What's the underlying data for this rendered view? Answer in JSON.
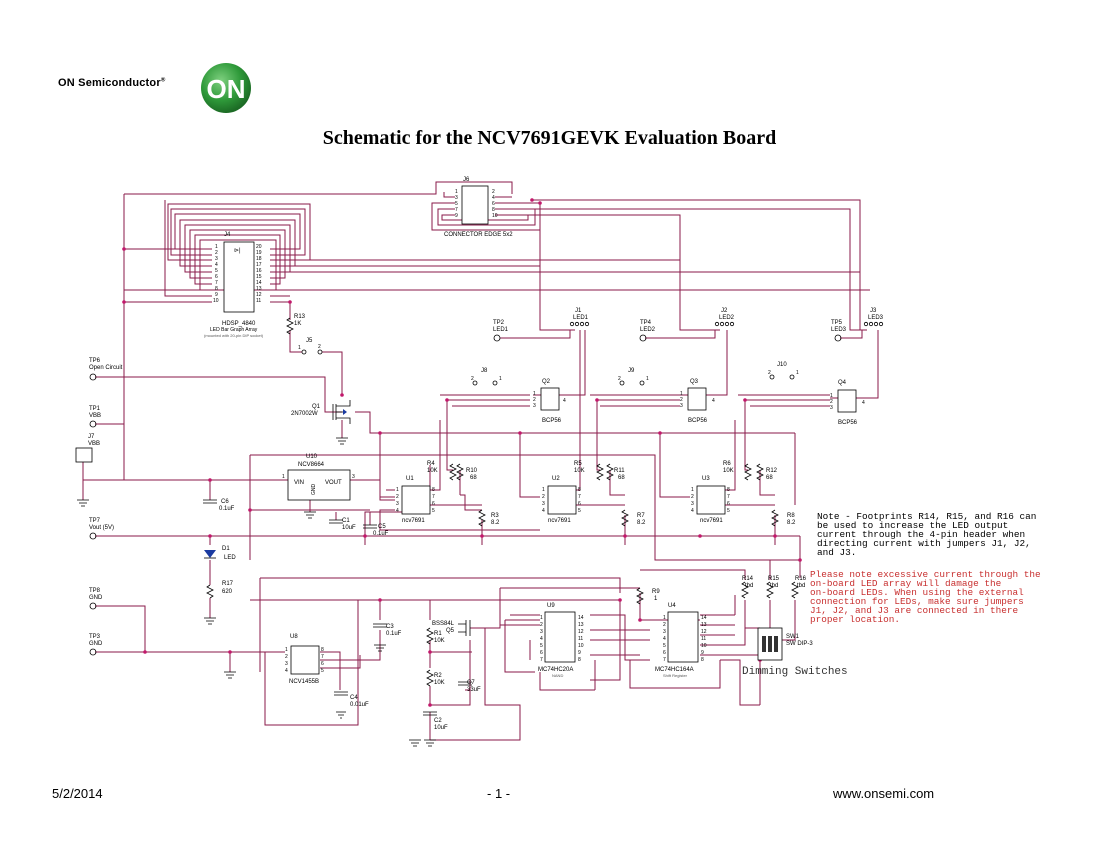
{
  "header": {
    "brand": "ON Semiconductor",
    "brand_mark": "®",
    "logo_text": "ON"
  },
  "title": "Schematic for the NCV7691GEVK Evaluation Board",
  "components": {
    "j6": {
      "ref": "J6",
      "name": "CONNECTOR EDGE 5x2",
      "pins_left": [
        "1",
        "3",
        "5",
        "7",
        "9"
      ],
      "pins_right": [
        "2",
        "4",
        "6",
        "8",
        "10"
      ]
    },
    "j4": {
      "ref": "J4",
      "name": "HDSP_4840",
      "desc": "LED Bar Graph Array",
      "desc2": "(mounted with 20-pin DIP socket)",
      "pins_left": [
        "1",
        "2",
        "3",
        "4",
        "5",
        "6",
        "7",
        "8",
        "9",
        "10"
      ],
      "pins_right": [
        "20",
        "19",
        "18",
        "17",
        "16",
        "15",
        "14",
        "13",
        "12",
        "11"
      ]
    },
    "r13": {
      "ref": "R13",
      "value": "1K"
    },
    "j5": {
      "ref": "J5",
      "p1": "1",
      "p2": "2"
    },
    "tp6": {
      "ref": "TP6",
      "label": "Open Circuit"
    },
    "q1": {
      "ref": "Q1",
      "part": "2N7002W"
    },
    "tp1": {
      "ref": "TP1",
      "label": "VBB"
    },
    "j7": {
      "ref": "J7",
      "label": "VBB"
    },
    "u10": {
      "ref": "U10",
      "part": "NCV8664",
      "vin": "VIN",
      "vout": "VOUT",
      "gnd": "GND",
      "pin1": "1",
      "pin3": "3"
    },
    "c6": {
      "ref": "C6",
      "value": "0.1uF"
    },
    "c1": {
      "ref": "C1",
      "value": "10uF"
    },
    "c5": {
      "ref": "C5",
      "value": "0.1uF"
    },
    "tp7": {
      "ref": "TP7",
      "label": "Vout (5V)"
    },
    "d1": {
      "ref": "D1",
      "label": "LED"
    },
    "r17": {
      "ref": "R17",
      "value": "620"
    },
    "tp8": {
      "ref": "TP8",
      "label": "GND"
    },
    "tp3": {
      "ref": "TP3",
      "label": "GND"
    },
    "tp2": {
      "ref": "TP2",
      "label": "LED1"
    },
    "tp4": {
      "ref": "TP4",
      "label": "LED2"
    },
    "tp5": {
      "ref": "TP5",
      "label": "LED3"
    },
    "j1": {
      "ref": "J1",
      "label": "LED1"
    },
    "j2": {
      "ref": "J2",
      "label": "LED2"
    },
    "j3": {
      "ref": "J3",
      "label": "LED3"
    },
    "j8": {
      "ref": "J8",
      "p1": "2",
      "p2": "1"
    },
    "j9": {
      "ref": "J9",
      "p1": "2",
      "p2": "1"
    },
    "j10": {
      "ref": "J10",
      "p1": "2",
      "p2": "1"
    },
    "q2": {
      "ref": "Q2",
      "part": "BCP56"
    },
    "q3": {
      "ref": "Q3",
      "part": "BCP56"
    },
    "q4": {
      "ref": "Q4",
      "part": "BCP56"
    },
    "u1": {
      "ref": "U1",
      "part": "ncv7691"
    },
    "u2": {
      "ref": "U2",
      "part": "ncv7691"
    },
    "u3": {
      "ref": "U3",
      "part": "ncv7691"
    },
    "r4": {
      "ref": "R4",
      "value": "10K"
    },
    "r5": {
      "ref": "R5",
      "value": "10K"
    },
    "r6": {
      "ref": "R6",
      "value": "10K"
    },
    "r10": {
      "ref": "R10",
      "value": "68"
    },
    "r11": {
      "ref": "R11",
      "value": "68"
    },
    "r12": {
      "ref": "R12",
      "value": "68"
    },
    "r3": {
      "ref": "R3",
      "value": "8.2"
    },
    "r7": {
      "ref": "R7",
      "value": "8.2"
    },
    "r8": {
      "ref": "R8",
      "value": "8.2"
    },
    "r9": {
      "ref": "R9",
      "value": "1"
    },
    "r14": {
      "ref": "R14",
      "value": "tbd"
    },
    "r15": {
      "ref": "R15",
      "value": "tbd"
    },
    "r16": {
      "ref": "R16",
      "value": "tbd"
    },
    "sw1": {
      "ref": "SW1",
      "part": "SW DIP-3",
      "caption": "Dimming Switches"
    },
    "u8": {
      "ref": "U8",
      "part": "NCV1455B"
    },
    "c3": {
      "ref": "C3",
      "value": "0.1uF"
    },
    "c4": {
      "ref": "C4",
      "value": "0.01uF"
    },
    "r1": {
      "ref": "R1",
      "value": "10K"
    },
    "r2": {
      "ref": "R2",
      "value": "10K"
    },
    "q5": {
      "ref": "Q5",
      "part": "BSS84L"
    },
    "c7": {
      "ref": "C7",
      "value": "33uF"
    },
    "c2": {
      "ref": "C2",
      "value": "10uF"
    },
    "u9": {
      "ref": "U9",
      "part": "MC74HC20A",
      "func": "NAND"
    },
    "u4": {
      "ref": "U4",
      "part": "MC74HC164A",
      "func": "Shift Register"
    },
    "pin_numbers": [
      "1",
      "2",
      "3",
      "4",
      "5",
      "6",
      "7",
      "8"
    ],
    "pin_numbers_r": [
      "8",
      "7",
      "6",
      "5"
    ],
    "pin14_l": [
      "1",
      "2",
      "3",
      "4",
      "5",
      "6",
      "7"
    ],
    "pin14_r": [
      "14",
      "13",
      "12",
      "11",
      "10",
      "9",
      "8"
    ]
  },
  "note_lines": [
    "Note - Footprints R14, R15, and R16 can",
    "be used to increase the LED output",
    "current through the 4-pin header when",
    "directing current with jumpers J1, J2,",
    "and J3."
  ],
  "warning_lines": [
    "Please note excessive current through the",
    "on-board LED array will damage the",
    "on-board LEDs.  When using the external",
    "connection for LEDs, make sure jumpers",
    "J1, J2, and J3 are connected in there",
    "proper location."
  ],
  "footer": {
    "date": "5/2/2014",
    "page": "- 1 -",
    "url": "www.onsemi.com"
  },
  "colors": {
    "wire": "#8a1a4a",
    "logo_green": "#2f9a3a",
    "warning": "#c83030"
  }
}
